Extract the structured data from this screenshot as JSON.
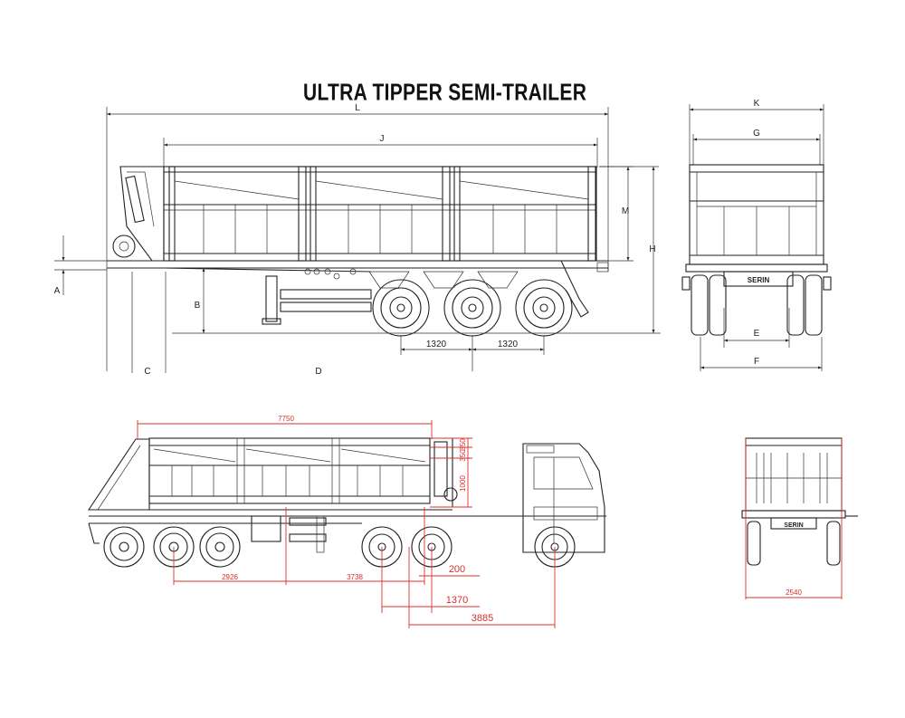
{
  "title": "ULTRA TIPPER SEMI-TRAILER",
  "top_labels": {
    "L": "L",
    "J": "J",
    "K": "K",
    "G": "G",
    "M": "M",
    "H": "H",
    "A": "A",
    "B": "B",
    "C": "C",
    "D": "D",
    "E": "E",
    "F": "F"
  },
  "axle_spacing": {
    "first": "1320",
    "second": "1320"
  },
  "bottom_dims": {
    "body_length": "7750",
    "front_350a": "350",
    "front_350b": "350",
    "front_1000": "1000",
    "dim_2926": "2926",
    "dim_3738": "3738",
    "dim_200": "200",
    "dim_1370": "1370",
    "dim_3885": "3885",
    "rear_width": "2540"
  },
  "brand_plate": "SERIN",
  "colors": {
    "drawing": "#222222",
    "dimension_red": "#d8302a"
  }
}
